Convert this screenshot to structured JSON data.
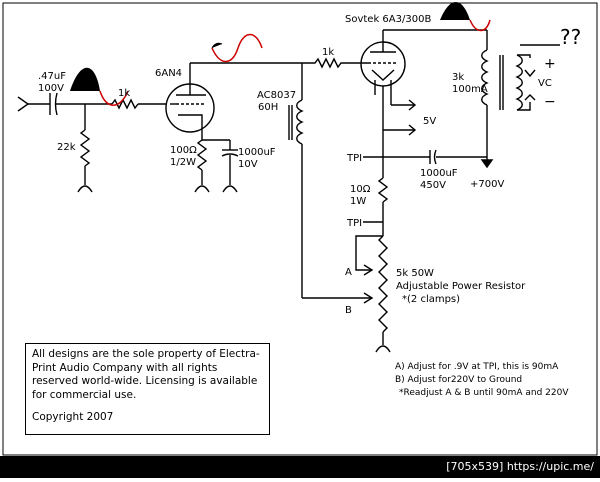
{
  "components": {
    "cap_in_value": ".47uF",
    "cap_in_voltage": "100V",
    "r_grid": "22k",
    "r_grid_stop": "1k",
    "tube1": "6AN4",
    "r_cathode_value": "100Ω",
    "r_cathode_power": "1/2W",
    "cap_cathode_value": "1000uF",
    "cap_cathode_voltage": "10V",
    "choke_model": "AC8037",
    "choke_value": "60H",
    "r_stopper": "1k",
    "tube2": "Sovtek 6A3/300B",
    "filament": "5V",
    "transformer_value": "3k",
    "transformer_current": "100mA",
    "vc_label": "VC",
    "plus": "+",
    "minus": "−",
    "question": "??",
    "tpi1": "TPI",
    "tpi2": "TPI",
    "r_sense_value": "10Ω",
    "r_sense_power": "1W",
    "cap_filter_value": "1000uF",
    "cap_filter_voltage": "450V",
    "supply": "+700V",
    "r_adj_value": "5k 50W",
    "r_adj_desc": "Adjustable Power Resistor",
    "r_adj_note": "*(2 clamps)",
    "clamp_a": "A",
    "clamp_b": "B"
  },
  "notes": {
    "line_a": "A) Adjust for .9V at TPI, this is 90mA",
    "line_b": "B) Adjust for220V to Ground",
    "line_c": "*Readjust A & B until 90mA and 220V"
  },
  "notice": {
    "text": "All designs are the sole property of Electra-Print Audio Company with all rights reserved world-wide. Licensing is available for commercial use.",
    "copyright": "Copyright 2007"
  },
  "footer": {
    "text": "[705x539] https://upic.me/"
  }
}
